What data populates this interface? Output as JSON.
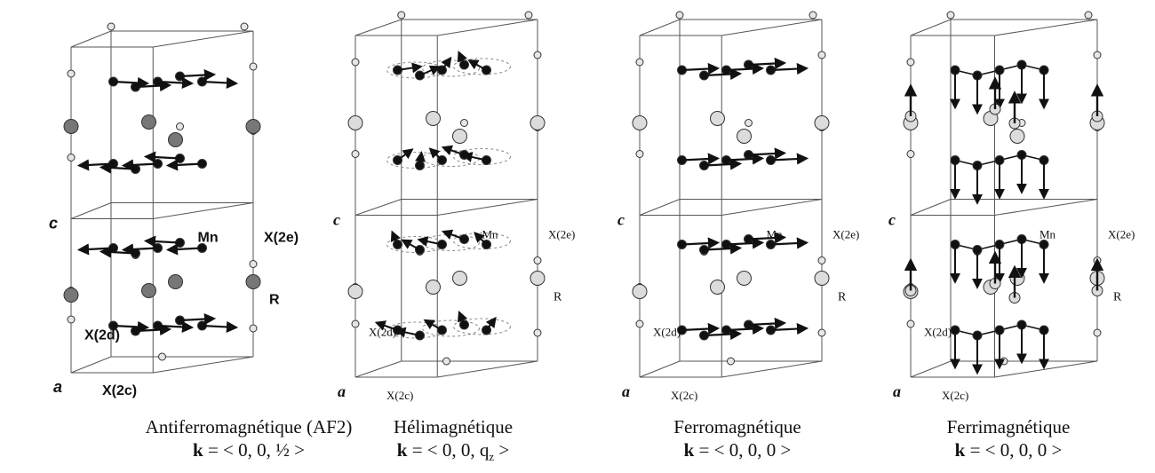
{
  "panels": [
    {
      "title": "Antiferromagnétique (AF2)",
      "k_prefix": "k",
      "k_value": " = < 0, 0, ½ >",
      "k_sub": "",
      "k_suffix": "",
      "labels": {
        "c": "c",
        "mn": "Mn",
        "x2e": "X(2e)",
        "r": "R",
        "x2d": "X(2d)",
        "a": "a",
        "x2c": "X(2c)"
      },
      "order": "antiferromagnetic"
    },
    {
      "title": "Hélimagnétique",
      "k_prefix": "k",
      "k_value": " = < 0, 0, q",
      "k_sub": "z",
      "k_suffix": " >",
      "labels": {
        "c": "c",
        "mn": "Mn",
        "x2e": "X(2e)",
        "r": "R",
        "x2d": "X(2d)",
        "a": "a",
        "x2c": "X(2c)"
      },
      "order": "helimagnetic"
    },
    {
      "title": "Ferromagnétique",
      "k_prefix": "k",
      "k_value": " = < 0, 0, 0 >",
      "k_sub": "",
      "k_suffix": "",
      "labels": {
        "c": "c",
        "mn": "Mn",
        "x2e": "X(2e)",
        "r": "R",
        "x2d": "X(2d)",
        "a": "a",
        "x2c": "X(2c)"
      },
      "order": "ferromagnetic"
    },
    {
      "title": "Ferrimagnétique",
      "k_prefix": "k",
      "k_value": " = < 0, 0, 0 >",
      "k_sub": "",
      "k_suffix": "",
      "labels": {
        "c": "c",
        "mn": "Mn",
        "x2e": "X(2e)",
        "r": "R",
        "x2d": "X(2d)",
        "a": "a",
        "x2c": "X(2c)"
      },
      "order": "ferrimagnetic"
    }
  ],
  "colors": {
    "frame": "#555555",
    "mn_atom": "#111111",
    "r_atom_af2": "#777777",
    "r_atom_other": "#dcdcdc",
    "x_atom": "#e6e6e6",
    "arrow": "#111111",
    "dashed": "#888888"
  }
}
